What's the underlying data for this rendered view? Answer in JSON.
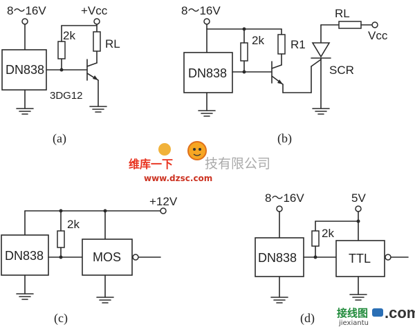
{
  "circuit_a": {
    "supply": "8～16V",
    "vcc": "+Vcc",
    "chip": "DN838",
    "r_pullup": "2k",
    "r_load": "RL",
    "transistor": "3DG12",
    "caption": "(a)"
  },
  "circuit_b": {
    "supply": "8～16V",
    "chip": "DN838",
    "r_pullup": "2k",
    "r1": "R1",
    "r_load": "RL",
    "vcc": "Vcc",
    "scr": "SCR",
    "caption": "(b)"
  },
  "circuit_c": {
    "chip": "DN838",
    "r_pullup": "2k",
    "supply": "+12V",
    "gate": "MOS",
    "caption": "(c)"
  },
  "circuit_d": {
    "supply": "8～16V",
    "vcc": "5V",
    "chip": "DN838",
    "r_pullup": "2k",
    "gate": "TTL",
    "caption": "(d)"
  },
  "watermark": {
    "brand": "维库一下",
    "company": "技有限公司",
    "url": "www.dzsc.com"
  },
  "corner_logo": {
    "text": "接线图",
    "domain": ".com",
    "sub": "jiexiantu"
  }
}
